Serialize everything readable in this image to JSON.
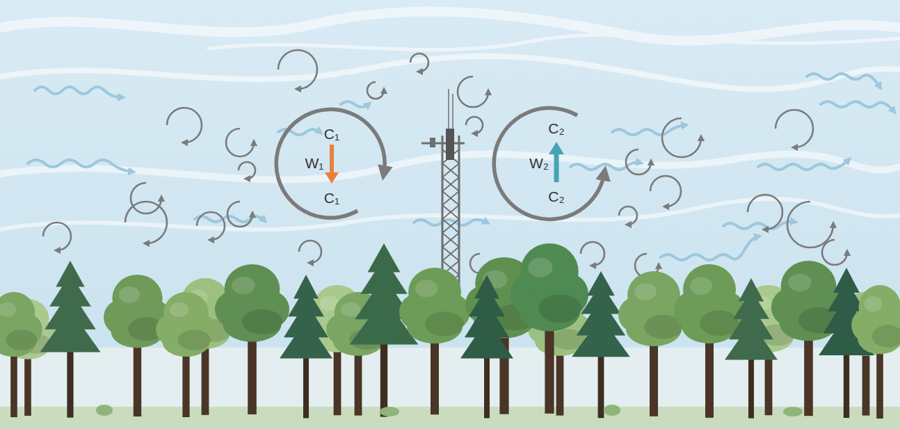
{
  "diagram": {
    "labels": [
      "C₁",
      "W₁",
      "C₁",
      "C₂",
      "W₂",
      "C₂"
    ]
  }
}
